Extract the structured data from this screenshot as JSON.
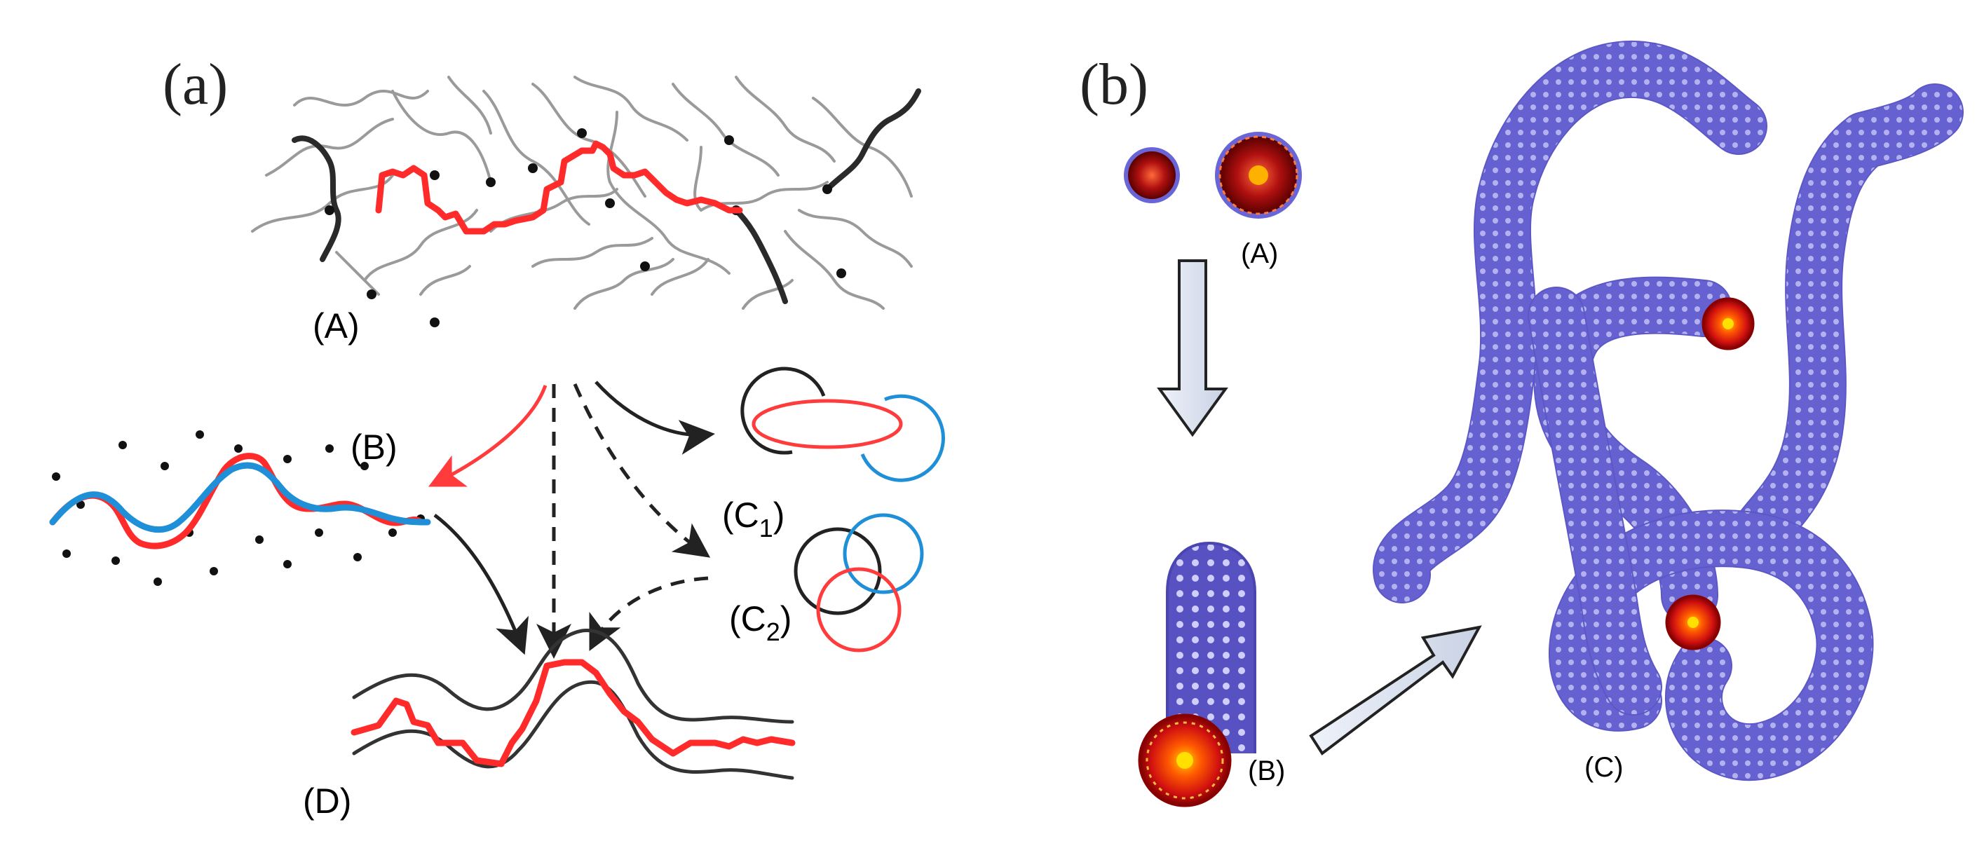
{
  "panels": {
    "a": {
      "label": "(a)",
      "sub": {
        "A": "(A)",
        "B": "(B)",
        "C1_main": "(C",
        "C1_sub": "1",
        "C2_main": "(C",
        "C2_sub": "2",
        "D": "(D)",
        "close": ")"
      }
    },
    "b": {
      "label": "(b)",
      "sub": {
        "A": "(A)",
        "B": "(B)",
        "C": "(C)"
      }
    }
  },
  "colors": {
    "primitive_path": "#ff2b2b",
    "smoothed_path": "#1f8fd8",
    "tube": "#5c57c6",
    "micelle_core": "#c81414"
  }
}
